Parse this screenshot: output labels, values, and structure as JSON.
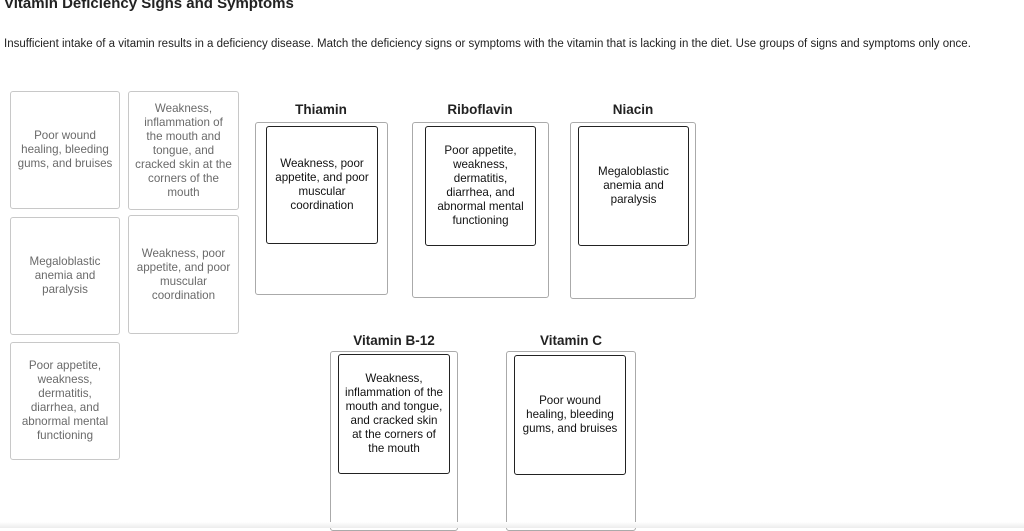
{
  "page": {
    "title": "Vitamin Deficiency Signs and Symptoms",
    "instructions": "Insufficient intake of a vitamin results in a deficiency disease. Match the deficiency signs or symptoms with the vitamin that is lacking in the diet. Use groups of signs and symptoms only once."
  },
  "source_cards": [
    "Poor wound healing, bleeding gums, and bruises",
    "Weakness, inflammation of the mouth and tongue, and cracked skin at the corners of the mouth",
    "Megaloblastic anemia and paralysis",
    "Weakness, poor appetite, and poor muscular coordination",
    "Poor appetite, weakness, dermatitis, diarrhea, and abnormal mental functioning"
  ],
  "buckets": [
    {
      "title": "Thiamin",
      "placed": "Weakness, poor appetite, and poor muscular coordination"
    },
    {
      "title": "Riboflavin",
      "placed": "Poor appetite, weakness, dermatitis, diarrhea, and abnormal mental functioning"
    },
    {
      "title": "Niacin",
      "placed": "Megaloblastic anemia and paralysis"
    },
    {
      "title": "Vitamin B-12",
      "placed": "Weakness, inflammation of the mouth and tongue, and cracked skin at the corners of the mouth"
    },
    {
      "title": "Vitamin C",
      "placed": "Poor wound healing, bleeding gums, and bruises"
    }
  ]
}
